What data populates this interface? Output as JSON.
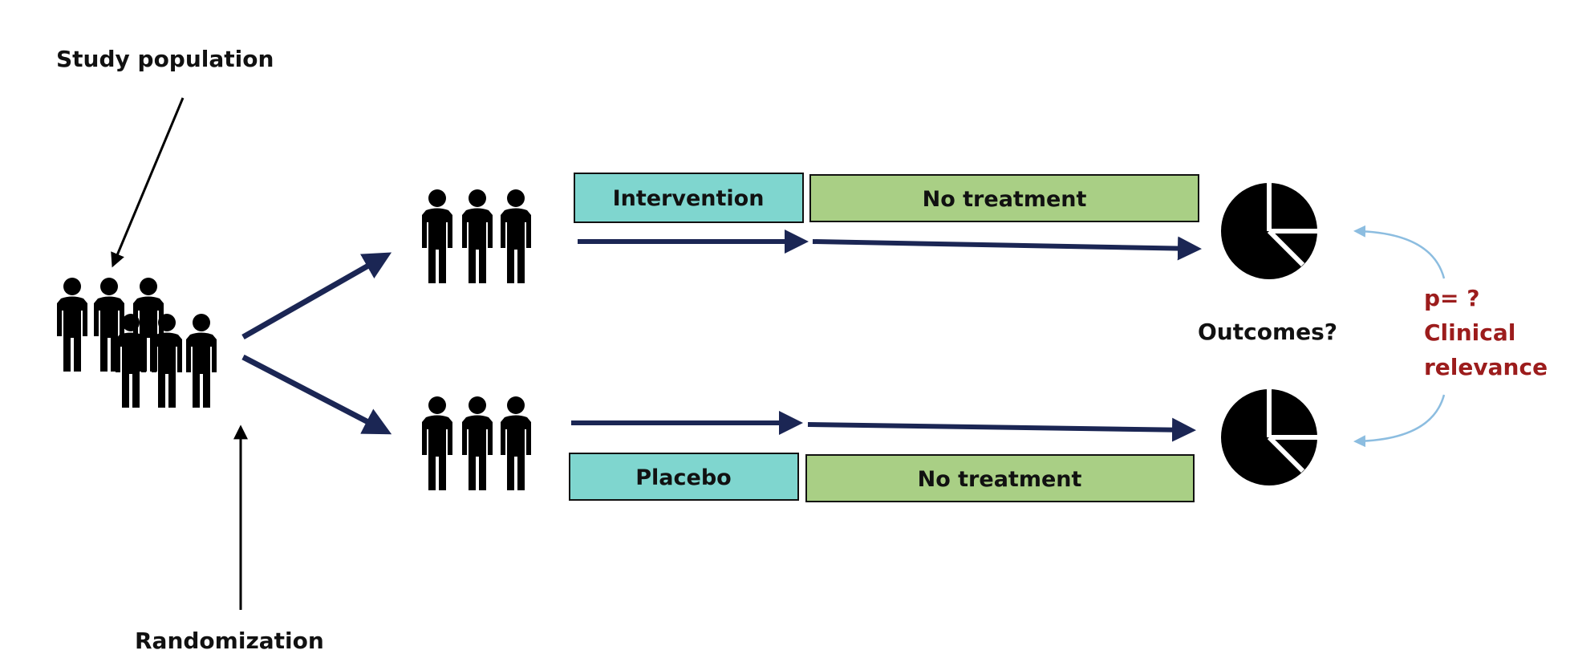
{
  "labels": {
    "study_population": "Study population",
    "randomization": "Randomization",
    "outcomes": "Outcomes?",
    "p_value": "p= ?",
    "clinical_line1": "Clinical",
    "clinical_line2": "relevance"
  },
  "arms": [
    {
      "first_phase": "Intervention",
      "second_phase": "No treatment"
    },
    {
      "first_phase": "Placebo",
      "second_phase": "No treatment"
    }
  ],
  "colors": {
    "teal": "#7fd6cf",
    "green": "#a9cf85",
    "navy": "#1b2654",
    "red": "#9c1c1c",
    "lightblue": "#8cbde0",
    "black": "#000000"
  }
}
